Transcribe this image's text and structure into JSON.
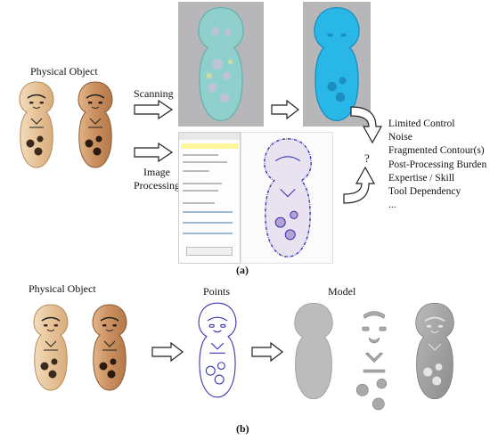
{
  "part_a": {
    "physical_object_label": "Physical Object",
    "scanning_label": "Scanning",
    "image_processing_label": "Image\nProcessing",
    "question_mark": "?",
    "issues": [
      "Limited Control",
      "Noise",
      "Fragmented Contour(s)",
      "Post-Processing Burden",
      "Expertise / Skill",
      "Tool Dependency",
      "..."
    ],
    "caption": "(a)"
  },
  "part_b": {
    "physical_object_label": "Physical Object",
    "points_label": "Points",
    "model_label": "Model",
    "caption": "(b)"
  },
  "colors": {
    "scan_teal": "#7fc9c9",
    "mesh_blue": "#29b7e8",
    "contour_blue": "#3a35b0",
    "wood_light": "#e9c9a0",
    "wood_dark": "#c58a5a",
    "model_gray": "#9a9a9a"
  }
}
